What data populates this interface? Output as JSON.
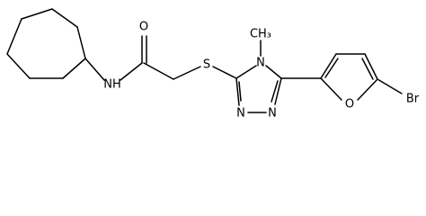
{
  "molecule": {
    "atoms": {
      "nh": "NH",
      "o_carbonyl": "O",
      "s": "S",
      "n_methyl": "N",
      "methyl": "CH₃",
      "n_ring_a": "N",
      "n_ring_b": "N",
      "o_furan": "O",
      "br": "Br"
    }
  }
}
